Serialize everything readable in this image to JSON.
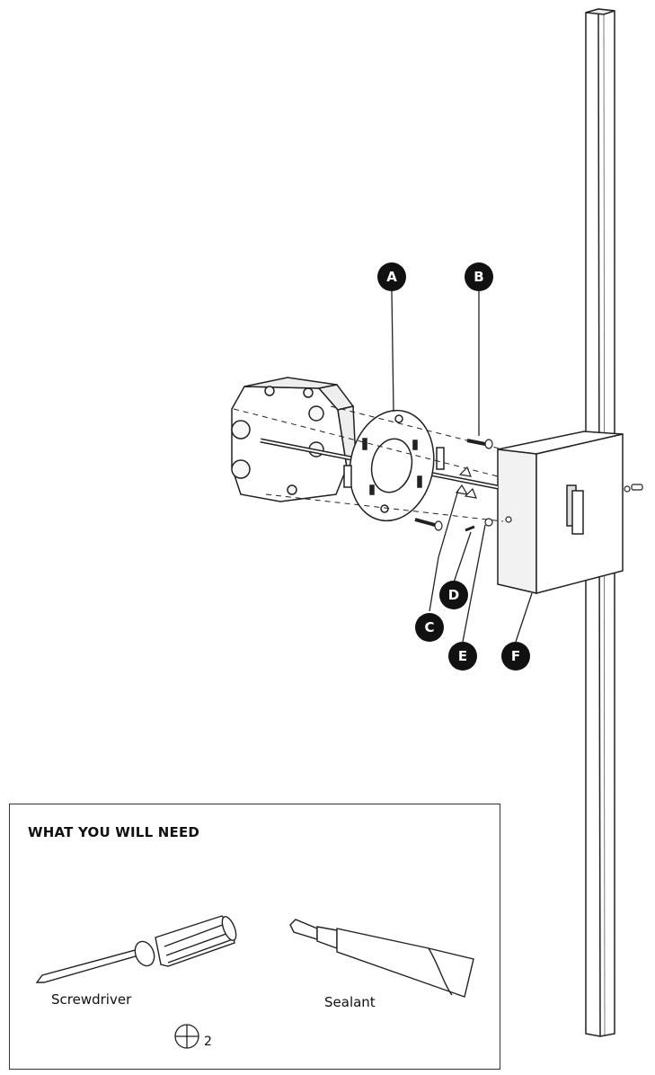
{
  "callouts": [
    "A",
    "B",
    "C",
    "D",
    "E",
    "F"
  ],
  "needs": {
    "title": "WHAT YOU WILL NEED",
    "tools": [
      {
        "label": "Screwdriver",
        "icon": "screwdriver-icon"
      },
      {
        "label": "Sealant",
        "icon": "sealant-tube-icon"
      }
    ],
    "screwdriver_size": "2",
    "phillips_icon": "phillips-head-icon"
  }
}
